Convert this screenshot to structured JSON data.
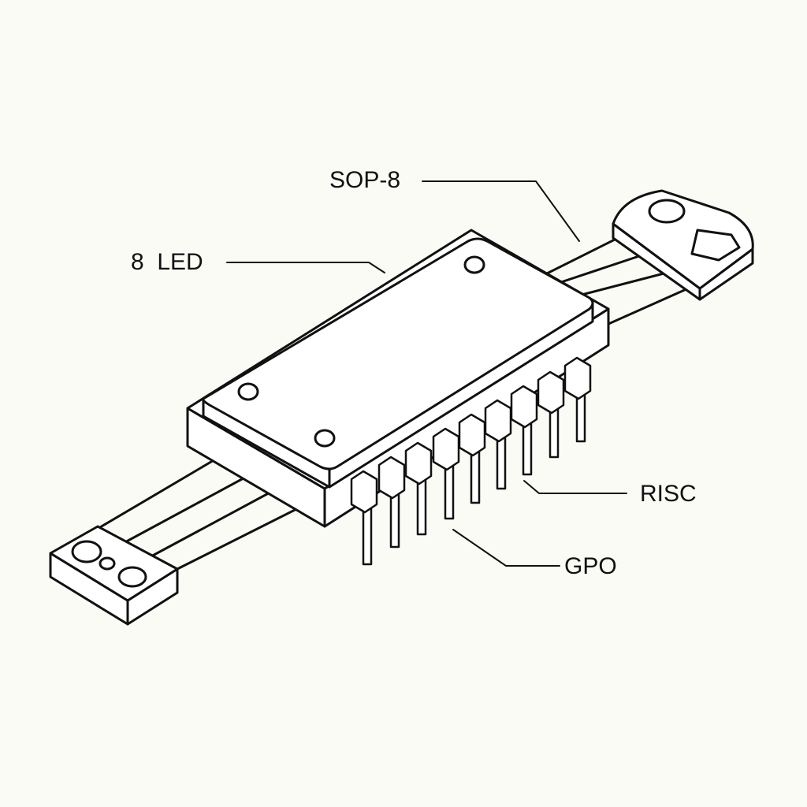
{
  "diagram": {
    "labels": {
      "package": "SOP-8",
      "leds": "8  LED",
      "processor": "RISC",
      "outputs": "GPO"
    },
    "colors": {
      "ink": "#111111",
      "paper": "#fbfbf6",
      "fill": "#ffffff"
    }
  }
}
